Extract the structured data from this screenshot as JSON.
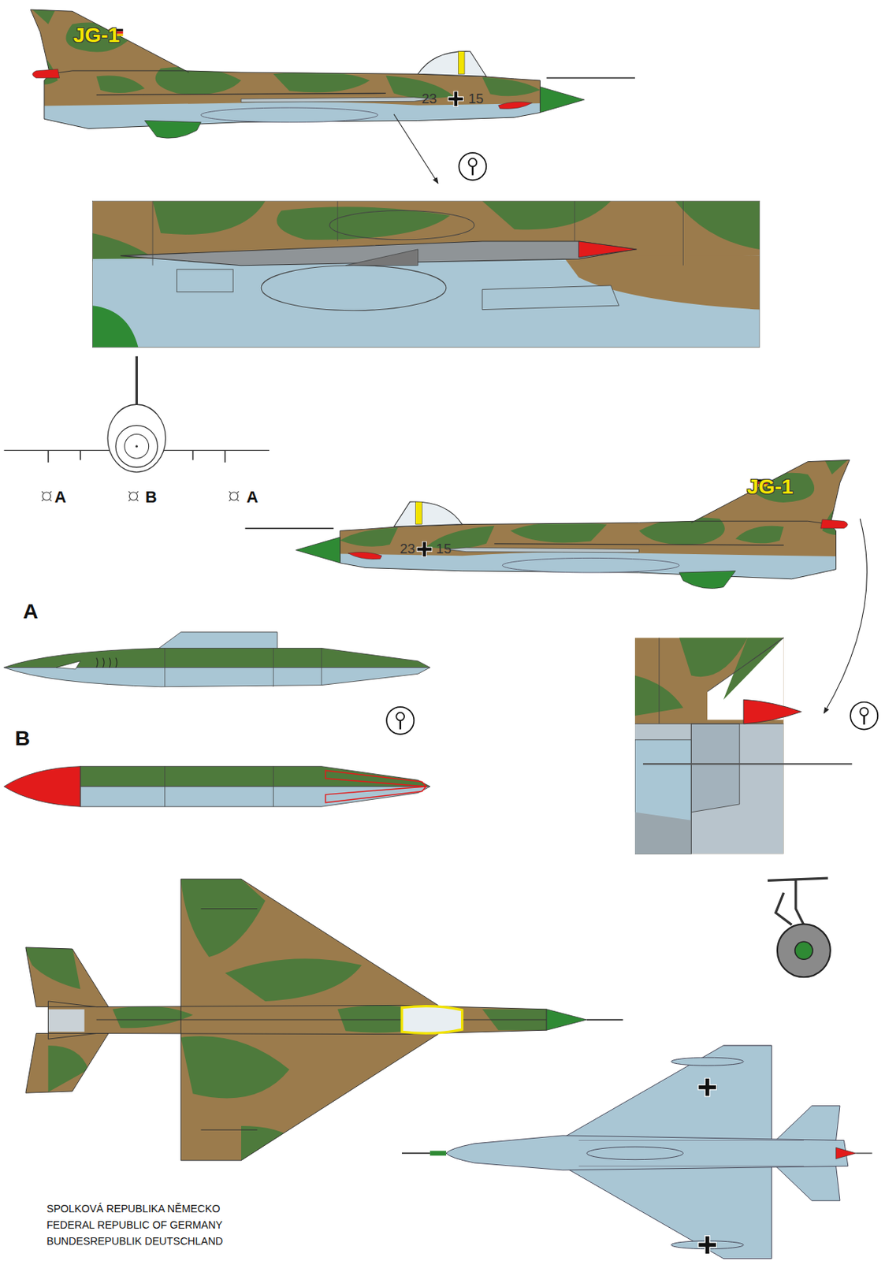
{
  "diagram": {
    "labels": [
      "JG-1",
      "23",
      "15",
      "A",
      "B",
      "A",
      "JG-1",
      "23",
      "15",
      "A",
      "B",
      "SPOLKOVÁ REPUBLIKA NĚMECKO",
      "FEDERAL REPUBLIC OF GERMANY",
      "BUNDESREPUBLIK DEUTSCHLAND"
    ]
  }
}
